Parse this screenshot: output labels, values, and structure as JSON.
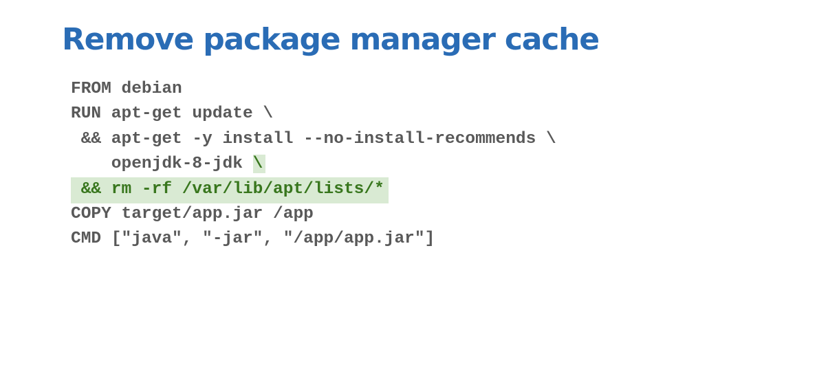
{
  "slide": {
    "title": "Remove package manager cache"
  },
  "code": {
    "line1": "FROM debian",
    "line2": "RUN apt-get update \\",
    "line3": " && apt-get -y install --no-install-recommends \\",
    "line4_plain": "    openjdk-8-jdk ",
    "line4_highlight": "\\",
    "line5_highlight": " && rm -rf /var/lib/apt/lists/*",
    "line6": "COPY target/app.jar /app",
    "line7": "CMD [\"java\", \"-jar\", \"/app/app.jar\"]"
  },
  "colors": {
    "title": "#2a6cb5",
    "code_text": "#595959",
    "highlight_bg": "#d9ead3",
    "highlight_text": "#38761d"
  }
}
